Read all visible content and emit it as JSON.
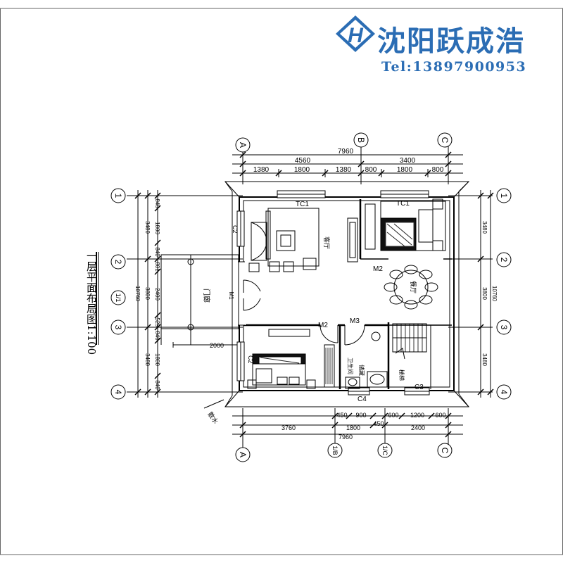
{
  "brand": {
    "name": "沈阳跃成浩",
    "tel": "Tel:13897900953",
    "logo_letter": "H",
    "color": "#2b6db4"
  },
  "plan": {
    "title": "一层平面布局图1:100",
    "top_axes": [
      "A",
      "B",
      "C"
    ],
    "bottom_axes": [
      "A",
      "1/B",
      "1/C",
      "C"
    ],
    "left_axes": [
      "1",
      "2",
      "1/1",
      "3",
      "4"
    ],
    "right_axes": [
      "1",
      "2",
      "3",
      "4"
    ],
    "dims_top_total": "7960",
    "dims_top_mid": [
      "4560",
      "3400"
    ],
    "dims_top_inner": [
      "1380",
      "1800",
      "1380",
      "800",
      "1800",
      "800"
    ],
    "dims_bottom_inner": [
      "450",
      "900",
      "600",
      "1200",
      "600"
    ],
    "dims_bottom_mid": [
      "3760",
      "1800",
      "450",
      "2400"
    ],
    "dims_bottom_total": "7960",
    "dims_left_inner": [
      "840",
      "1800",
      "840",
      "801",
      "2400",
      "529",
      "840",
      "1800",
      "840"
    ],
    "dims_left_mid": [
      "3480",
      "3800",
      "3480"
    ],
    "dims_left_total": "10760",
    "dims_right_mid": [
      "3480",
      "3800",
      "3480"
    ],
    "dims_right_total": "10760",
    "porch_dim": "2000",
    "labels": {
      "tc1_a": "TC1",
      "tc1_b": "TC1",
      "c2_a": "C2",
      "c2_b": "C2",
      "c3": "C3",
      "c4": "C4",
      "m1": "M1",
      "m2_a": "M2",
      "m2_b": "M2",
      "m3": "M3",
      "living": "客厅",
      "dining": "餐厅",
      "foyer": "门廊",
      "bath": "卫生间",
      "storage": "储藏",
      "stairs": "楼梯",
      "section": "散水"
    }
  }
}
